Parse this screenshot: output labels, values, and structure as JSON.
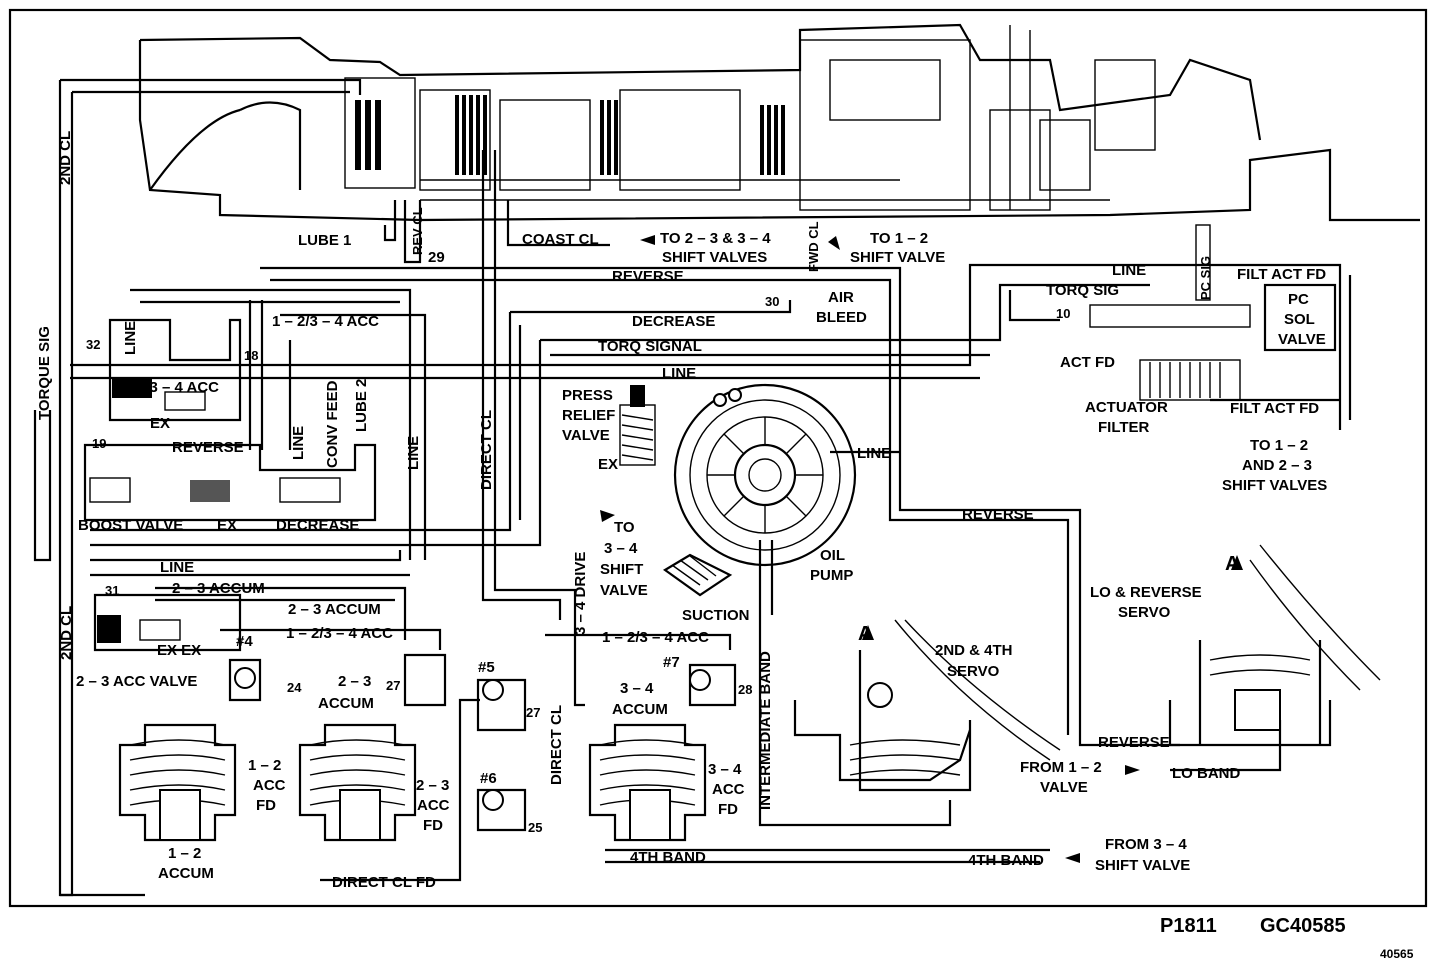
{
  "diagram": {
    "labels": {
      "lube1": "LUBE 1",
      "rev_cl": "REV CL",
      "n29": "29",
      "coast_cl": "COAST CL",
      "to_23_34": "TO 2 – 3 & 3 – 4",
      "shift_valves_a": "SHIFT VALVES",
      "fwd_cl": "FWD CL",
      "to_12": "TO 1 – 2",
      "shift_valve_a": "SHIFT VALVE",
      "reverse_top": "REVERSE",
      "line_top": "LINE",
      "pc_sig": "PC SIG",
      "filt_act_fd_top": "FILT ACT FD",
      "torq_sig_r": "TORQ SIG",
      "n10": "10",
      "pc": "PC",
      "sol": "SOL",
      "valve_pc": "VALVE",
      "act_fd": "ACT FD",
      "actuator": "ACTUATOR",
      "filter": "FILTER",
      "filt_act_fd_bot": "FILT ACT FD",
      "to_12_b": "TO 1 – 2",
      "and_23": "AND 2 – 3",
      "shift_valves_b": "SHIFT VALVES",
      "n30": "30",
      "air": "AIR",
      "bleed": "BLEED",
      "decrease_top": "DECREASE",
      "torq_signal": "TORQ SIGNAL",
      "line_mid": "LINE",
      "press": "PRESS",
      "relief": "RELIEF",
      "valve_relief": "VALVE",
      "ex_relief": "EX",
      "line_pump": "LINE",
      "reverse_mid": "REVERSE",
      "oil": "OIL",
      "pump": "PUMP",
      "suction": "SUCTION",
      "to_34": "TO",
      "to_34_b": "3 – 4",
      "shift": "SHIFT",
      "valve_34": "VALVE",
      "drive_34": "3 – 4 DRIVE",
      "torque_sig": "TORQUE SIG",
      "second_cl_top": "2ND CL",
      "n32": "32",
      "line_v": "LINE",
      "acc_1234": "1 – 2/3 – 4 ACC",
      "n18": "18",
      "acc_234": "2/3 – 4 ACC",
      "ex_234": "EX",
      "conv_feed": "CONV FEED",
      "lube2": "LUBE 2",
      "line_v2": "LINE",
      "line_v3": "LINE",
      "direct_cl": "DIRECT CL",
      "n19": "19",
      "reverse_left": "REVERSE",
      "boost_valve": "BOOST VALVE",
      "ex_boost": "EX",
      "decrease_low": "DECREASE",
      "line_low": "LINE",
      "n31": "31",
      "accum_23_a": "2 – 3 ACCUM",
      "accum_23_b": "2 – 3 ACCUM",
      "ex_ex": "EX EX",
      "acc_1234_b": "1 – 2/3 – 4 ACC",
      "acc_1234_c": "1 – 2/3 – 4 ACC",
      "second_cl_low": "2ND CL",
      "acc_valve_23": "2 – 3 ACC VALVE",
      "b4": "#4",
      "n24": "24",
      "accum23": "2 – 3",
      "accum23b": "ACCUM",
      "n27a": "27",
      "b5": "#5",
      "n27b": "27",
      "b7": "#7",
      "n28": "28",
      "accum34": "3 – 4",
      "accum34b": "ACCUM",
      "intermediate_band": "INTERMEDIATE BAND",
      "direct_cl_b": "DIRECT CL",
      "acc12_a": "1 – 2",
      "acc12_b": "ACC",
      "acc12_c": "FD",
      "acc23_a": "2 – 3",
      "acc23_b": "ACC",
      "acc23_c": "FD",
      "acc34_a": "3 – 4",
      "acc34_b": "ACC",
      "acc34_c": "FD",
      "b6": "#6",
      "n25": "25",
      "accum12": "1 – 2",
      "accum12b": "ACCUM",
      "direct_cl_fd": "DIRECT CL FD",
      "band4": "4TH BAND",
      "band4_r": "4TH BAND",
      "from_34": "FROM 3 – 4",
      "shift_valve_c": "SHIFT VALVE",
      "servo24a": "2ND & 4TH",
      "servo24b": "SERVO",
      "lo_rev_a": "LO & REVERSE",
      "lo_rev_b": "SERVO",
      "reverse_low": "REVERSE",
      "from_12": "FROM 1 – 2",
      "valve_from12": "VALVE",
      "lo_band": "LO BAND",
      "a_mark1": "A",
      "a_mark2": "A"
    },
    "footer": {
      "code1": "P1811",
      "code2": "GC40585",
      "code3": "40565"
    }
  }
}
